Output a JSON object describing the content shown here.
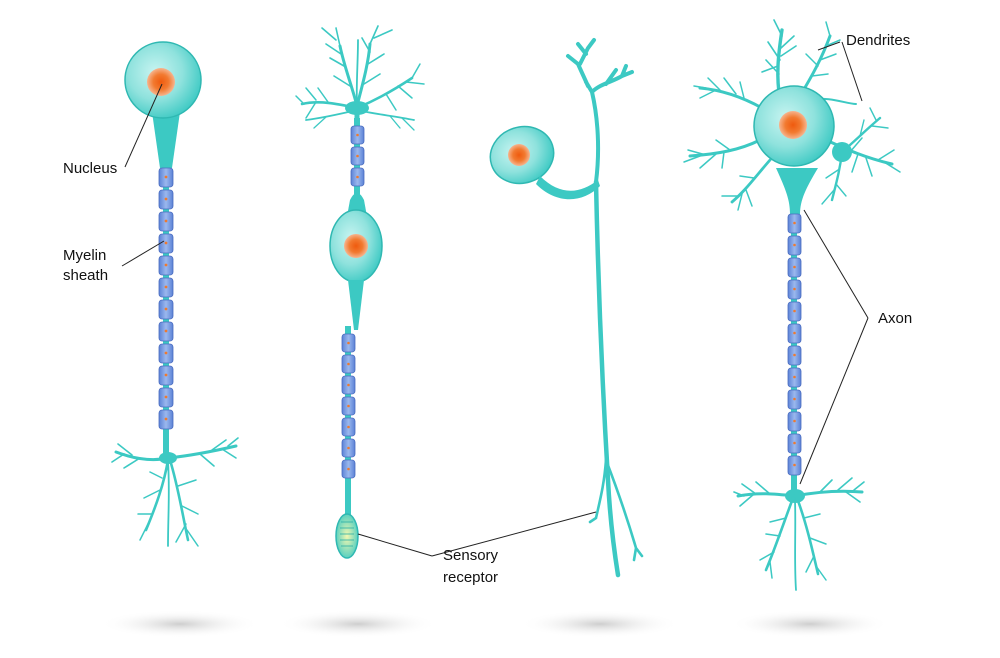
{
  "labels": {
    "nucleus": "Nucleus",
    "myelin_line1": "Myelin",
    "myelin_line2": "sheath",
    "sensory_line1": "Sensory",
    "sensory_line2": "receptor",
    "dendrites": "Dendrites",
    "axon": "Axon"
  },
  "colors": {
    "neuron_fill": "#3cc9c3",
    "neuron_dark": "#22aaa5",
    "soma_light": "#a9ece8",
    "nucleus_outer": "#f7b088",
    "nucleus_inner": "#ee5a10",
    "myelin_fill": "#7a9fe0",
    "myelin_stroke": "#4a6cc0",
    "node_dot": "#ee7a30",
    "shadow": "#c8c8c8",
    "leader_line": "#222222"
  }
}
